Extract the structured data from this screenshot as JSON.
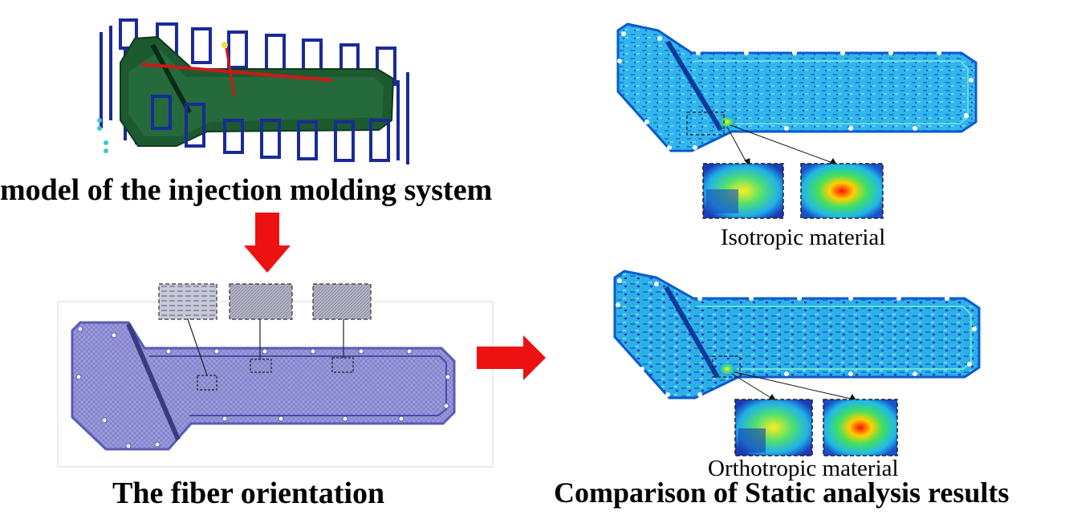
{
  "captions": {
    "injection_model": "model of the injection molding system",
    "fiber_orientation": "The fiber orientation",
    "comparison": "Comparison of Static analysis results",
    "isotropic": "Isotropic material",
    "orthotropic": "Orthotropic material"
  },
  "colors": {
    "arrow": "#ee1111",
    "mold_green": "#1d5a30",
    "cooling_blue": "#1a2a9a",
    "runner_red": "#d01818",
    "mesh_purple": "#8c8cd6",
    "contour_base": "#2fb2ea"
  }
}
